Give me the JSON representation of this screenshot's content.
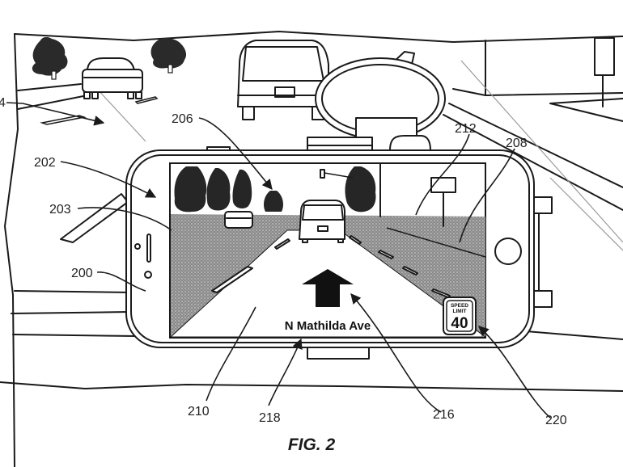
{
  "figure": {
    "caption": "FIG. 2",
    "description": "Windshield view with smartphone mounted on dashboard displaying augmented navigation"
  },
  "reference_labels": [
    {
      "id": "204",
      "text": "4",
      "target": "road-lane-marking-real"
    },
    {
      "id": "202",
      "text": "202",
      "target": "phone-screen"
    },
    {
      "id": "203",
      "text": "203",
      "target": "camera-view-edge"
    },
    {
      "id": "200",
      "text": "200",
      "target": "smartphone"
    },
    {
      "id": "206",
      "text": "206",
      "target": "displayed-tree"
    },
    {
      "id": "212",
      "text": "212",
      "target": "displayed-sign-pole"
    },
    {
      "id": "208",
      "text": "208",
      "target": "displayed-roadside"
    },
    {
      "id": "210",
      "text": "210",
      "target": "displayed-road"
    },
    {
      "id": "218",
      "text": "218",
      "target": "street-name-overlay"
    },
    {
      "id": "216",
      "text": "216",
      "target": "direction-arrow-overlay"
    },
    {
      "id": "220",
      "text": "220",
      "target": "speed-limit-overlay"
    }
  ],
  "overlay": {
    "street_name": "N Mathilda Ave",
    "direction_arrow": "arrow-up-icon",
    "speed_limit": {
      "line1": "SPEED",
      "line2": "LIMIT",
      "value": "40"
    }
  }
}
